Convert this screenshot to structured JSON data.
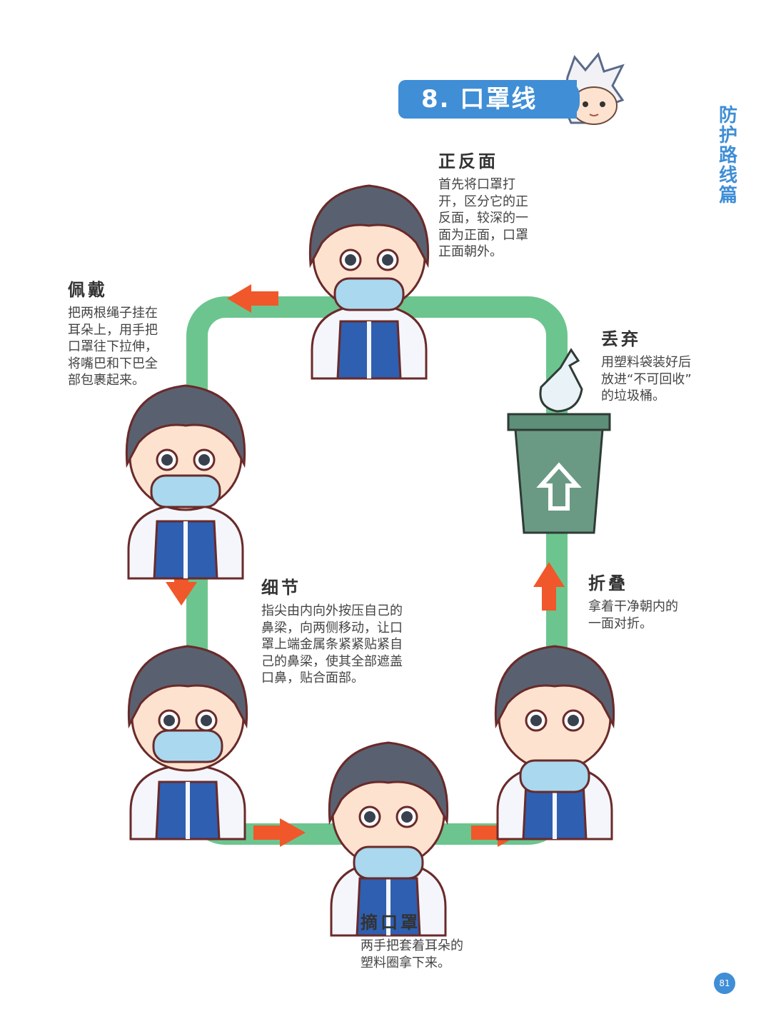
{
  "title": "8. 口罩线",
  "side_label": "防护路线篇",
  "page_number": "81",
  "colors": {
    "track": "#6cc58e",
    "arrow": "#f0572a",
    "accent": "#3f8ed6",
    "bin": "#6b9a84"
  },
  "icons": [
    "cartoon-boy-icon",
    "trash-bin-icon",
    "plastic-bag-icon",
    "recycle-arrow-icon",
    "mascot-head-icon"
  ],
  "steps": {
    "front_back": {
      "title": "正反面",
      "desc": [
        "首先将口罩打",
        "开，区分它的正",
        "反面，较深的一",
        "面为正面，口罩",
        "正面朝外。"
      ]
    },
    "wear": {
      "title": "佩戴",
      "desc": [
        "把两根绳子挂在",
        "耳朵上，用手把",
        "口罩往下拉伸，",
        "将嘴巴和下巴全",
        "部包裹起来。"
      ]
    },
    "detail": {
      "title": "细节",
      "desc": [
        "指尖由内向外按压自己的",
        "鼻梁，向两侧移动，让口",
        "罩上端金属条紧紧贴紧自",
        "己的鼻梁，使其全部遮盖",
        "口鼻，贴合面部。"
      ]
    },
    "remove": {
      "title": "摘口罩",
      "desc": [
        "两手把套着耳朵的",
        "塑料圈拿下来。"
      ]
    },
    "fold": {
      "title": "折叠",
      "desc": [
        "拿着干净朝内的",
        "一面对折。"
      ]
    },
    "discard": {
      "title": "丢弃",
      "desc": [
        "用塑料袋装好后",
        "放进“不可回收”",
        "的垃圾桶。"
      ]
    }
  }
}
